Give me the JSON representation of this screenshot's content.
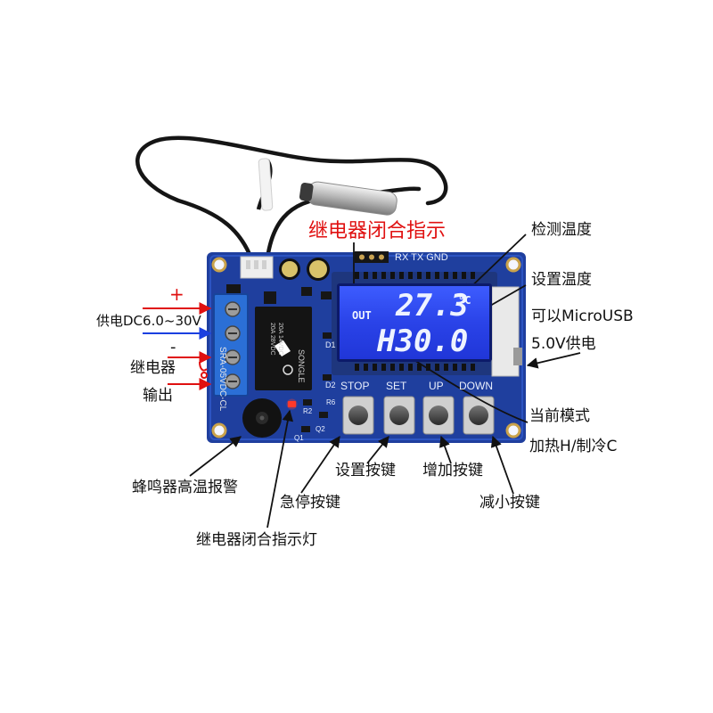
{
  "lcd": {
    "out_indicator": "OUT",
    "temperature": "27.3",
    "unit": "°C",
    "setpoint": "H30.0"
  },
  "silkscreen": {
    "header_pins": "RX TX GND",
    "btn_stop": "STOP",
    "btn_set": "SET",
    "btn_up": "UP",
    "btn_down": "DOWN",
    "relay_model": "SRA-05VDC-CL",
    "relay_brand": "SONGLE",
    "relay_rating1": "20A 14VDC",
    "relay_rating2": "20A 28VDC",
    "d1": "D1",
    "d2": "D2",
    "r6": "R6",
    "r2": "R2",
    "q1": "Q1",
    "q2": "Q2"
  },
  "annotations": {
    "relay_indicator": "继电器闭合指示",
    "measured_temp": "检测温度",
    "set_temp": "设置温度",
    "microusb_power": "可以MicroUSB",
    "usb_voltage": "5.0V供电",
    "plus": "+",
    "minus": "-",
    "power_supply": "供电DC6.0~30V",
    "relay": "继电器",
    "output": "输出",
    "current_mode": "当前模式",
    "heat_cool": "加热H/制冷C",
    "buzzer_alarm": "蜂鸣器高温报警",
    "set_button": "设置按键",
    "up_button": "增加按键",
    "emergency_stop": "急停按键",
    "down_button": "减小按键",
    "relay_led": "继电器闭合指示灯"
  },
  "colors": {
    "pcb": "#1f3f9e",
    "lcd_background": "#2a43e8",
    "annotation_red": "#e01010",
    "arrow_black": "#111111",
    "arrow_blue": "#1a3fe0",
    "terminal_blue": "#2b6fd6"
  }
}
